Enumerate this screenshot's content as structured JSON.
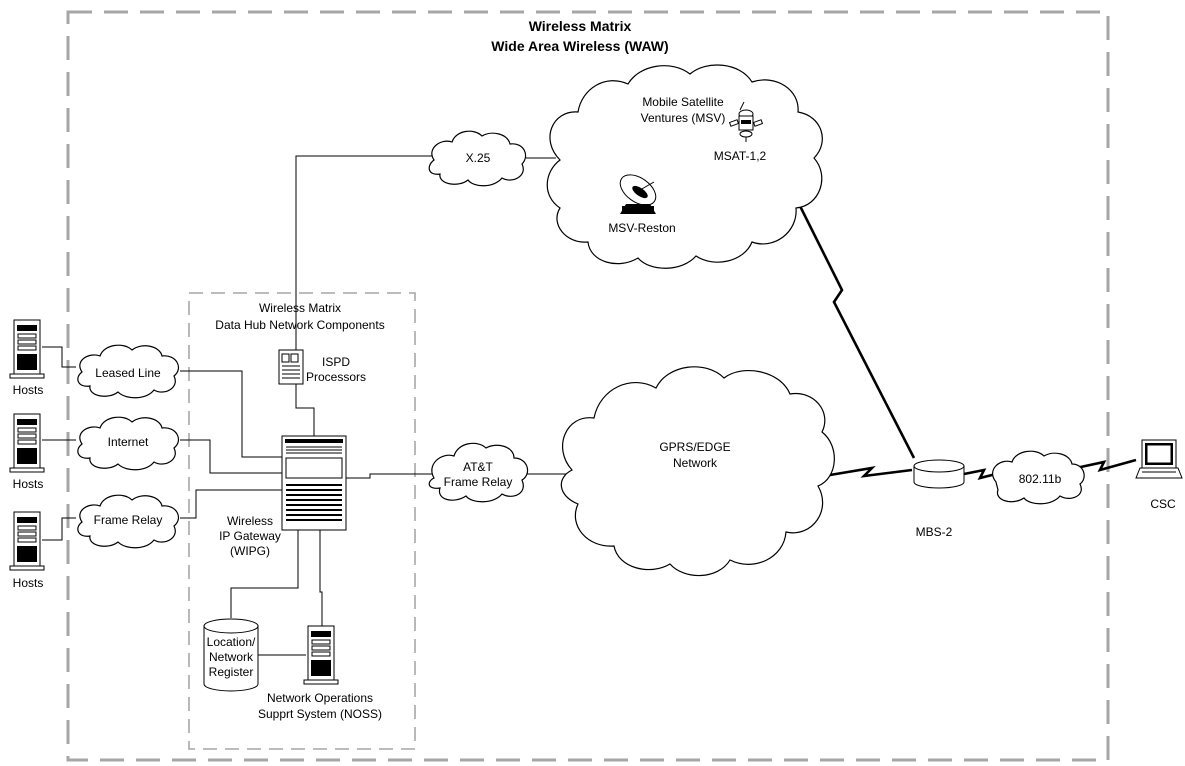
{
  "title": {
    "line1": "Wireless Matrix",
    "line2": "Wide Area Wireless (WAW)"
  },
  "hub": {
    "line1": "Wireless Matrix",
    "line2": "Data Hub Network Components"
  },
  "hosts": [
    "Hosts",
    "Hosts",
    "Hosts"
  ],
  "clouds": {
    "leased_line": "Leased Line",
    "internet": "Internet",
    "frame_relay": "Frame Relay",
    "x25": "X.25",
    "att_line1": "AT&T",
    "att_line2": "Frame Relay",
    "gprs_line1": "GPRS/EDGE",
    "gprs_line2": "Network",
    "msv_line1": "Mobile Satellite",
    "msv_line2": "Ventures (MSV)",
    "wifi": "802.11b"
  },
  "devices": {
    "ispd_line1": "ISPD",
    "ispd_line2": "Processors",
    "wipg_line1": "Wireless",
    "wipg_line2": "IP Gateway",
    "wipg_line3": "(WIPG)",
    "register_line1": "Location/",
    "register_line2": "Network",
    "register_line3": "Register",
    "noss_line1": "Network Operations",
    "noss_line2": "Supprt System (NOSS)",
    "msat": "MSAT-1,2",
    "msv_reston": "MSV-Reston",
    "mbs": "MBS-2",
    "csc": "CSC"
  },
  "icons": [
    "server-icon",
    "cloud-icon",
    "satellite-icon",
    "satellite-dish-icon",
    "gateway-icon",
    "database-icon",
    "modem-icon",
    "laptop-icon",
    "lightning-link-icon"
  ]
}
